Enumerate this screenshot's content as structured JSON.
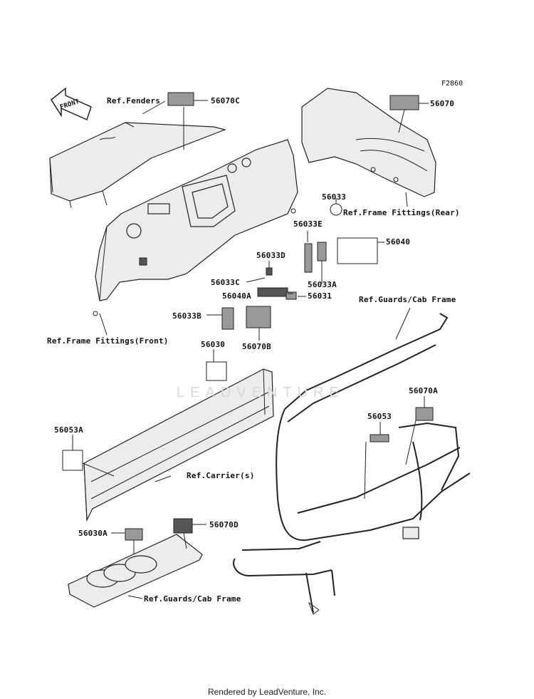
{
  "figure_id": "F2860",
  "front_arrow_label": "FRONT",
  "watermark": "LEADVENTURE",
  "footer": "Rendered by LeadVenture, Inc.",
  "references": {
    "fenders": "Ref.Fenders",
    "frame_front": "Ref.Frame Fittings(Front)",
    "frame_rear": "Ref.Frame Fittings(Rear)",
    "guards_cab_upper": "Ref.Guards/Cab Frame",
    "carrier": "Ref.Carrier(s)",
    "guards_cab_lower": "Ref.Guards/Cab Frame"
  },
  "parts": {
    "p56070C": "56070C",
    "p56070": "56070",
    "p56033": "56033",
    "p56033E": "56033E",
    "p56040": "56040",
    "p56033D": "56033D",
    "p56033C": "56033C",
    "p56033A": "56033A",
    "p56040A": "56040A",
    "p56031": "56031",
    "p56033B": "56033B",
    "p56070B": "56070B",
    "p56030": "56030",
    "p56070A": "56070A",
    "p56053": "56053",
    "p56053A": "56053A",
    "p56030A": "56030A",
    "p56070D": "56070D"
  }
}
